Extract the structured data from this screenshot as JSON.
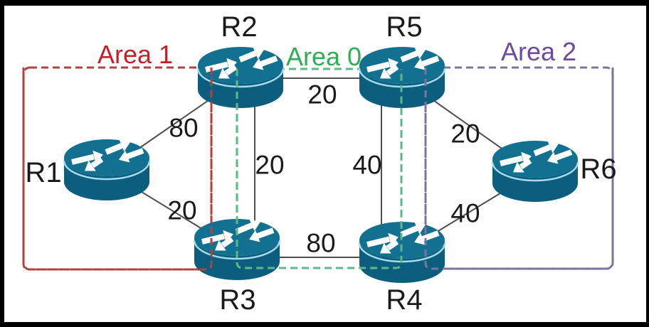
{
  "diagram_type": "OSPF multi-area network topology",
  "areas": [
    {
      "name": "Area 1",
      "label_color": "#c32127",
      "dash_color": "#b5413c"
    },
    {
      "name": "Area 0",
      "label_color": "#2fae53",
      "dash_color": "#5cb885"
    },
    {
      "name": "Area 2",
      "label_color": "#6a4b9f",
      "dash_color": "#7b74a3"
    }
  ],
  "routers": [
    {
      "id": "R1"
    },
    {
      "id": "R2"
    },
    {
      "id": "R3"
    },
    {
      "id": "R4"
    },
    {
      "id": "R5"
    },
    {
      "id": "R6"
    }
  ],
  "links": [
    {
      "from": "R1",
      "to": "R2",
      "cost": "80"
    },
    {
      "from": "R1",
      "to": "R3",
      "cost": "20"
    },
    {
      "from": "R2",
      "to": "R3",
      "cost": "20"
    },
    {
      "from": "R2",
      "to": "R5",
      "cost": "20"
    },
    {
      "from": "R4",
      "to": "R5",
      "cost": "40"
    },
    {
      "from": "R3",
      "to": "R4",
      "cost": "80"
    },
    {
      "from": "R5",
      "to": "R6",
      "cost": "20"
    },
    {
      "from": "R4",
      "to": "R6",
      "cost": "40"
    }
  ],
  "palette": {
    "router_top": "#127090",
    "router_body": "#0c5e7e",
    "router_rim": "#a7dcea",
    "link_line": "#4d4d4d",
    "text": "#1a1a1a",
    "frame": "#000000"
  }
}
